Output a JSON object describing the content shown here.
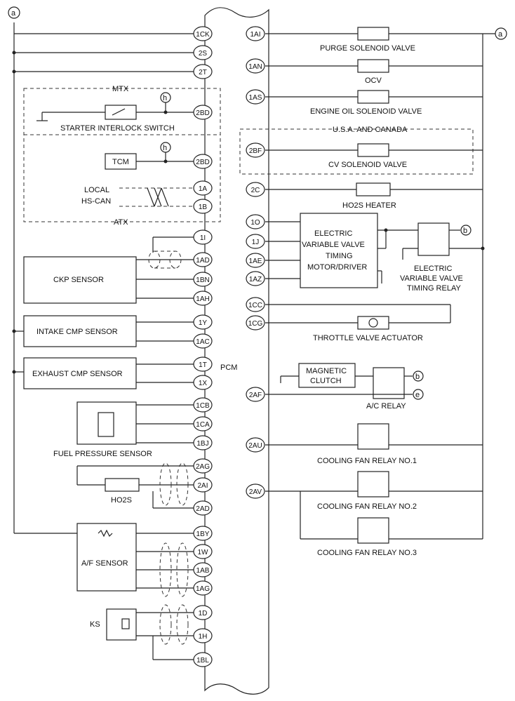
{
  "pcm_label": "PCM",
  "left_pins": [
    "1CK",
    "2S",
    "2T",
    "2BD",
    "2BD",
    "1A",
    "1B",
    "1I",
    "1AD",
    "1BN",
    "1AH",
    "1Y",
    "1AC",
    "1T",
    "1X",
    "1CB",
    "1CA",
    "1BJ",
    "2AG",
    "2AI",
    "2AD",
    "1BY",
    "1W",
    "1AB",
    "1AG",
    "1D",
    "1H",
    "1BL"
  ],
  "right_pins": [
    "1AI",
    "1AN",
    "1AS",
    "2BF",
    "2C",
    "1O",
    "1J",
    "1AE",
    "1AZ",
    "1CC",
    "1CG",
    "2AF",
    "2AU",
    "2AV"
  ],
  "refs": {
    "a": "a",
    "b": "b",
    "e": "e",
    "h": "h"
  },
  "left_labels": {
    "mtx": "MTX",
    "atx": "ATX",
    "starter_interlock": "STARTER INTERLOCK SWITCH",
    "tcm": "TCM",
    "local": "LOCAL",
    "hs_can": "HS-CAN",
    "ckp": "CKP SENSOR",
    "intake_cmp": "INTAKE CMP SENSOR",
    "exhaust_cmp": "EXHAUST CMP SENSOR",
    "fuel_pressure": "FUEL PRESSURE SENSOR",
    "ho2s": "HO2S",
    "af_sensor": "A/F SENSOR",
    "ks": "KS"
  },
  "right_labels": {
    "purge": "PURGE SOLENOID VALVE",
    "ocv": "OCV",
    "engine_oil": "ENGINE OIL SOLENOID VALVE",
    "usa_canada": "U.S.A. AND CANADA",
    "cv_solenoid": "CV SOLENOID VALVE",
    "ho2s_heater": "HO2S HEATER",
    "evvt_motor": [
      "ELECTRIC",
      "VARIABLE VALVE",
      "TIMING",
      "MOTOR/DRIVER"
    ],
    "evvt_relay": [
      "ELECTRIC",
      "VARIABLE VALVE",
      "TIMING RELAY"
    ],
    "throttle": "THROTTLE VALVE ACTUATOR",
    "magnetic_clutch": [
      "MAGNETIC",
      "CLUTCH"
    ],
    "ac_relay": "A/C RELAY",
    "fan1": "COOLING FAN RELAY NO.1",
    "fan2": "COOLING FAN RELAY NO.2",
    "fan3": "COOLING FAN RELAY NO.3"
  }
}
